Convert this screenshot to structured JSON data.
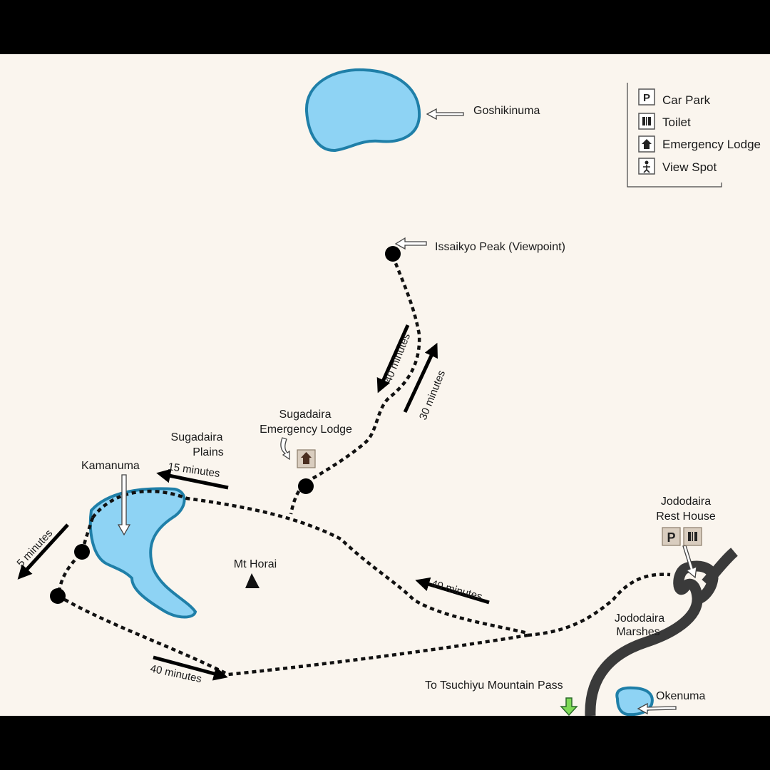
{
  "legend": {
    "car_park": "Car Park",
    "toilet": "Toilet",
    "emergency_lodge": "Emergency Lodge",
    "view_spot": "View Spot",
    "car_park_symbol": "P"
  },
  "places": {
    "goshikinuma": "Goshikinuma",
    "issaikyo_peak": "Issaikyo Peak (Viewpoint)",
    "sugadaira_lodge_line1": "Sugadaira",
    "sugadaira_lodge_line2": "Emergency Lodge",
    "sugadaira_plains_line1": "Sugadaira",
    "sugadaira_plains_line2": "Plains",
    "kamanuma": "Kamanuma",
    "mt_horai": "Mt Horai",
    "jododaira_rest_line1": "Jododaira",
    "jododaira_rest_line2": "Rest House",
    "jododaira_marshes_line1": "Jododaira",
    "jododaira_marshes_line2": "Marshes",
    "tsuchiyu_pass": "To Tsuchiyu Mountain Pass",
    "okenuma": "Okenuma"
  },
  "times": {
    "issaikyo_down": "40 minutes",
    "issaikyo_up": "30 minutes",
    "plains": "15 minutes",
    "kamanuma_west": "5 minutes",
    "marsh_trail": "40 minutes",
    "south_trail": "40 minutes"
  },
  "colors": {
    "lake_fill": "#8ed3f4",
    "lake_outline": "#1f7fa8",
    "background": "#faf5ee",
    "road": "#3a3a3a",
    "exit_arrow": "#7ed957"
  },
  "icons": [
    "car-park-icon",
    "toilet-icon",
    "emergency-lodge-icon",
    "view-spot-icon"
  ]
}
